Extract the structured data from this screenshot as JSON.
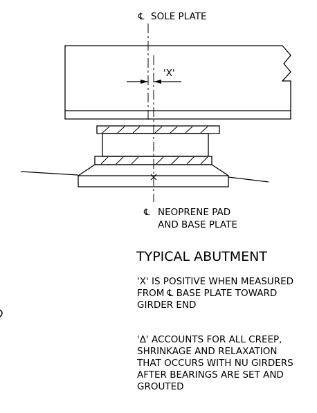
{
  "labels": {
    "sole_plate": "SOLE PLATE",
    "x_dim": "'X'",
    "pad_line1": "NEOPRENE PAD",
    "pad_line2": "AND BASE PLATE",
    "centerline_symbol": "℄"
  },
  "title": "TYPICAL ABUTMENT",
  "notes": {
    "note1": [
      "'X' IS POSITIVE WHEN MEASURED",
      "FROM ℄ BASE PLATE TOWARD",
      "GIRDER END"
    ],
    "note2": [
      "'Δ' ACCOUNTS FOR ALL CREEP,",
      "SHRINKAGE AND RELAXATION",
      "THAT OCCURS WITH NU GIRDERS",
      "AFTER BEARINGS ARE SET AND",
      "GROUTED"
    ]
  },
  "colors": {
    "line": "#000000",
    "background": "#ffffff"
  }
}
